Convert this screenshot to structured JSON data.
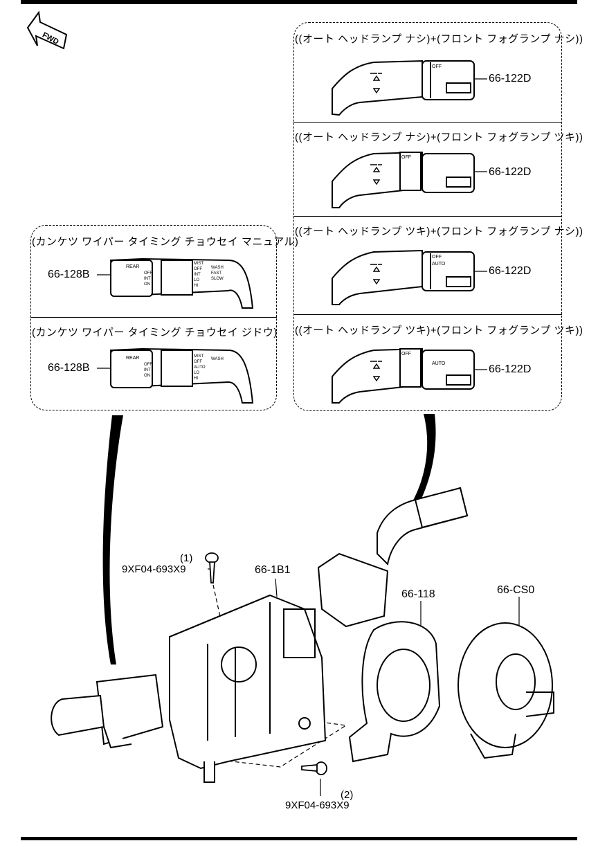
{
  "fwd_label": "FWD",
  "lighting_switch_variants": [
    {
      "caption": "((オート ヘッドランプ ナシ)+(フロント フォグランプ ナシ))",
      "part_number": "66-122D",
      "labels": {
        "off": "OFF",
        "auto": ""
      }
    },
    {
      "caption": "((オート ヘッドランプ ナシ)+(フロント フォグランプ ツキ))",
      "part_number": "66-122D",
      "labels": {
        "off": "OFF",
        "auto": ""
      }
    },
    {
      "caption": "((オート ヘッドランプ ツキ)+(フロント フォグランプ ナシ))",
      "part_number": "66-122D",
      "labels": {
        "off": "OFF",
        "auto": "AUTO"
      }
    },
    {
      "caption": "((オート ヘッドランプ ツキ)+(フロント フォグランプ ツキ))",
      "part_number": "66-122D",
      "labels": {
        "off": "OFF",
        "auto": "AUTO"
      }
    }
  ],
  "wiper_switch_variants": [
    {
      "caption": "(カンケツ ワイパー タイミング チョウセイ マニュアル)",
      "part_number": "66-128B",
      "labels": [
        "REAR",
        "OFF",
        "INT",
        "ON",
        "MIST",
        "OFF",
        "INT",
        "LO",
        "HI",
        "WASH",
        "FAST",
        "SLOW"
      ]
    },
    {
      "caption": "(カンケツ ワイパー タイミング チョウセイ ジドウ)",
      "part_number": "66-128B",
      "labels": [
        "REAR",
        "OFF",
        "INT",
        "ON",
        "MIST",
        "OFF",
        "AUTO",
        "LO",
        "HI",
        "WASH"
      ]
    }
  ],
  "callouts": {
    "screw_1_index": "(1)",
    "screw_1_part": "9XF04-693X9",
    "combination_switch_body": "66-1B1",
    "steering_angle_sensor": "66-118",
    "clock_spring": "66-CS0",
    "screw_2_index": "(2)",
    "screw_2_part": "9XF04-693X9"
  }
}
